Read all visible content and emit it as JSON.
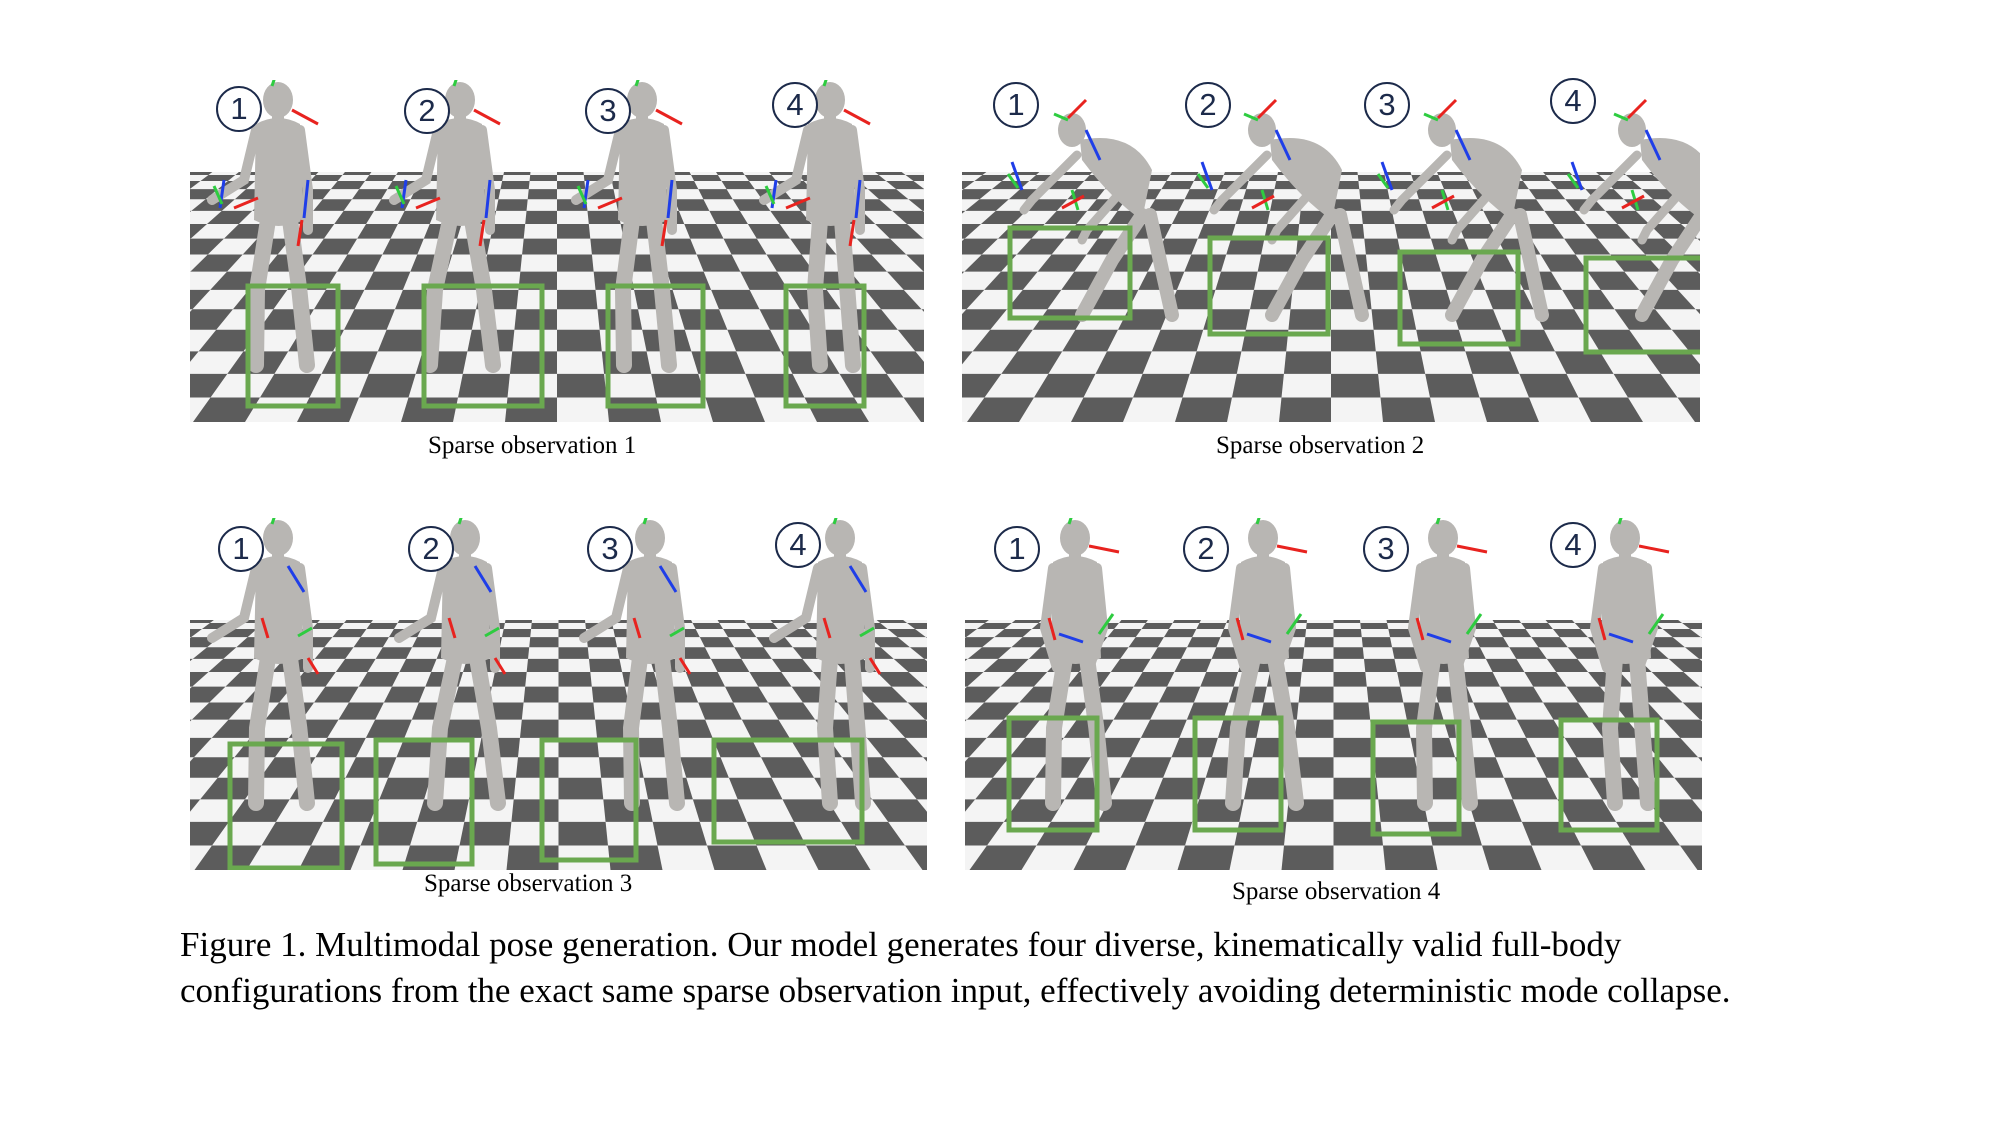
{
  "figure": {
    "caption": "Figure 1. Multimodal pose generation. Our model generates four diverse, kinematically valid full-body configurations from the exact same sparse observation input, effectively avoiding deterministic mode collapse."
  },
  "panels": [
    {
      "id": "p1",
      "caption": "Sparse observation 1",
      "samples": [
        "1",
        "2",
        "3",
        "4"
      ]
    },
    {
      "id": "p2",
      "caption": "Sparse observation 2",
      "samples": [
        "1",
        "2",
        "3",
        "4"
      ]
    },
    {
      "id": "p3",
      "caption": "Sparse observation 3",
      "samples": [
        "1",
        "2",
        "3",
        "4"
      ]
    },
    {
      "id": "p4",
      "caption": "Sparse observation 4",
      "samples": [
        "1",
        "2",
        "3",
        "4"
      ]
    }
  ],
  "colors": {
    "highlight_box": "#6aa84f",
    "axis_x": "#e8231f",
    "axis_y": "#2ecc40",
    "axis_z": "#1f3ee8",
    "body": "#b8b6b3",
    "checker_dark": "#5c5c5c",
    "checker_light": "#f4f4f4"
  }
}
